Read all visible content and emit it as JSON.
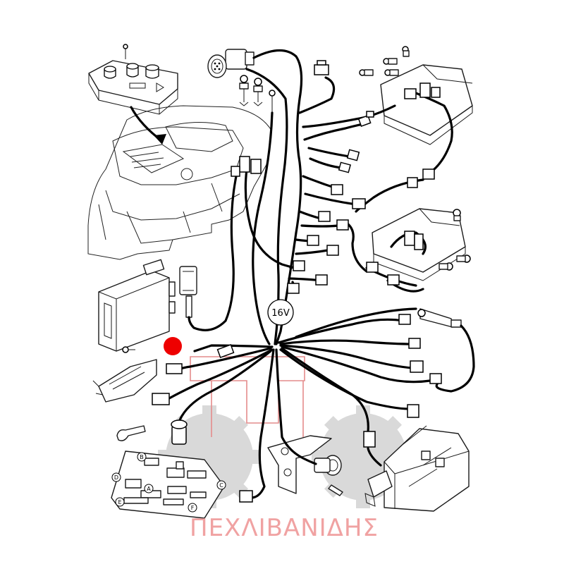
{
  "diagram": {
    "voltage_label": "16V",
    "board_labels": [
      "B",
      "C",
      "D",
      "A",
      "E",
      "F"
    ],
    "watermark_text": "ΠΕΧΛΙΒΑΝΙΔΗΣ",
    "marker_color": "#ee0000",
    "wire_color": "#000000",
    "watermark_color": "#f0a2a2"
  }
}
